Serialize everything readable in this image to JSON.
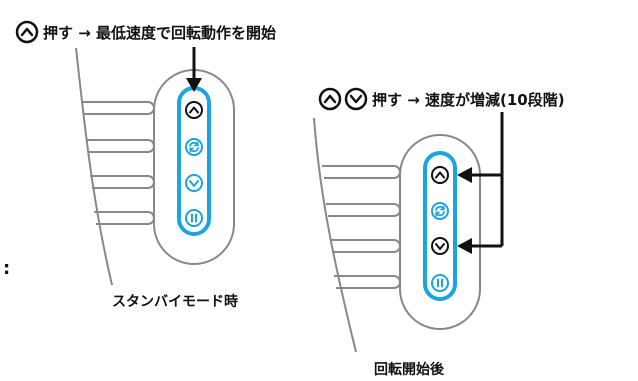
{
  "labels": {
    "top_instruction": "押す → 最低速度で回転動作を開始",
    "right_instruction": "押す → 速度が増減(10段階)",
    "left_caption": "スタンバイモード時",
    "right_caption": "回転開始後",
    "edge_mark": ":"
  },
  "icons": {
    "up": "chevron-up-icon",
    "down": "chevron-down-icon",
    "rotate": "rotate-icon",
    "pause": "pause-icon"
  },
  "colors": {
    "highlight": "#1ba5e0",
    "outline": "#888888",
    "ink": "#111111"
  },
  "panels": {
    "left": {
      "mode": "スタンバイモード時",
      "highlighted_button": "up"
    },
    "right": {
      "mode": "回転開始後",
      "highlighted_buttons": [
        "up",
        "down"
      ]
    }
  }
}
